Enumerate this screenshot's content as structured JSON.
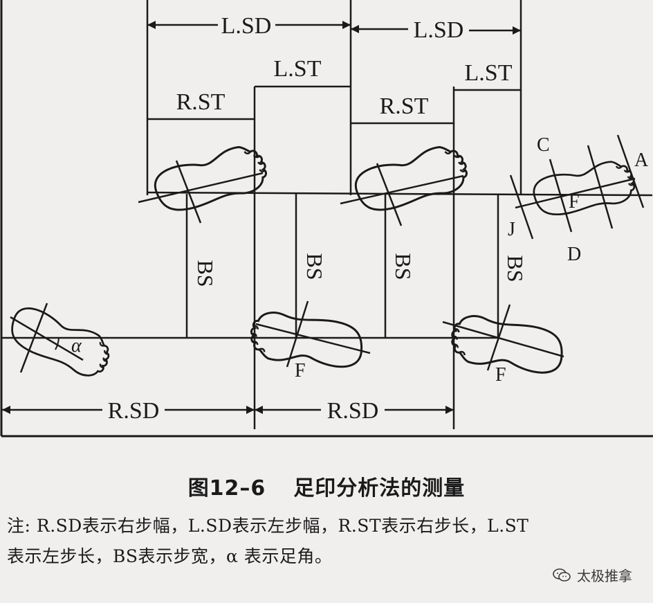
{
  "diagram": {
    "labels": {
      "lsd_1": "L.SD",
      "lsd_2": "L.SD",
      "lst_1": "L.ST",
      "lst_2": "L.ST",
      "rst_1": "R.ST",
      "rst_2": "R.ST",
      "bs_1": "BS",
      "bs_2": "BS",
      "bs_3": "BS",
      "bs_4": "BS",
      "rsd_1": "R.SD",
      "rsd_2": "R.SD",
      "alpha": "α",
      "point_a": "A",
      "point_c": "C",
      "point_d": "D",
      "point_j": "J",
      "point_f_top": "F",
      "point_f_1": "F",
      "point_f_2": "F"
    }
  },
  "caption": {
    "figure_number": "图12–6",
    "figure_title": "足印分析法的测量"
  },
  "note": {
    "line1": "注: R.SD表示右步幅，L.SD表示左步幅，R.ST表示右步长，L.ST",
    "line2": "表示左步长，BS表示步宽，α 表示足角。"
  },
  "watermark": {
    "text": "太极推拿",
    "icon": "wechat-icon"
  }
}
